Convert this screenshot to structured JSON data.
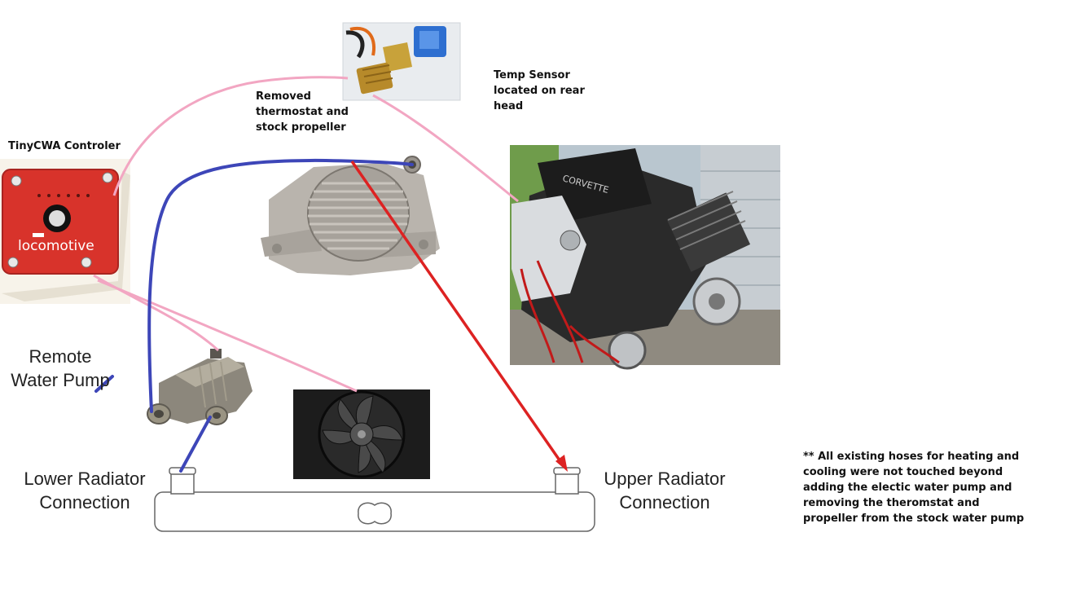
{
  "labels": {
    "controller": "TinyCWA Controler",
    "removed": [
      "Removed",
      "thermostat and",
      "stock  propeller"
    ],
    "temp_sensor": [
      "Temp Sensor",
      "located on rear",
      "head"
    ],
    "remote_pump": [
      "Remote",
      "Water Pump"
    ],
    "lower_radiator": [
      "Lower Radiator",
      "Connection"
    ],
    "upper_radiator": [
      "Upper Radiator",
      "Connection"
    ],
    "note": [
      "** All existing hoses for heating and",
      "cooling were not touched beyond",
      "adding the electic water pump  and",
      "removing the theromstat and",
      "propeller  from the stock water pump"
    ],
    "controller_brand": "locomotive",
    "engine_badge": "CORVETTE"
  },
  "colors": {
    "wire_pink": "#f2a6c2",
    "hose_blue": "#3d46b8",
    "hose_red": "#dd2222",
    "controller_red": "#d8332b"
  }
}
